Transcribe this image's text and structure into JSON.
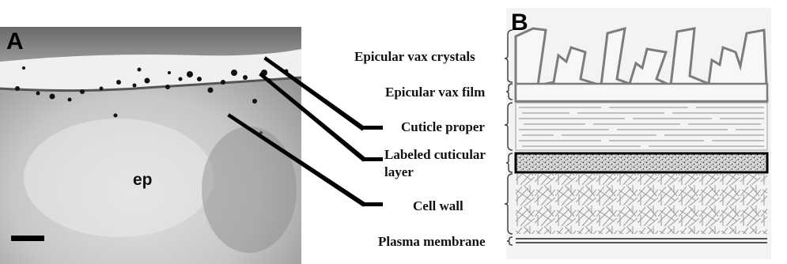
{
  "panels": {
    "a": {
      "letter": "A",
      "tissue_label": "ep"
    },
    "b": {
      "letter": "B"
    }
  },
  "layers": [
    {
      "id": "epicular-vax-crystals",
      "label": "Epicular vax crystals"
    },
    {
      "id": "epicular-vax-film",
      "label": "Epicular vax film"
    },
    {
      "id": "cuticle-proper",
      "label": "Cuticle proper"
    },
    {
      "id": "labeled-cuticular-layer",
      "label_line1": "Labeled cuticular",
      "label_line2": "layer"
    },
    {
      "id": "cell-wall",
      "label": "Cell wall"
    },
    {
      "id": "plasma-membrane",
      "label": "Plasma membrane"
    }
  ],
  "colors": {
    "micrograph_dark": "#2a2a2a",
    "micrograph_light": "#e6e6e6",
    "diagram_line": "#7a7a7a",
    "diagram_bg": "#f2f2f2"
  }
}
